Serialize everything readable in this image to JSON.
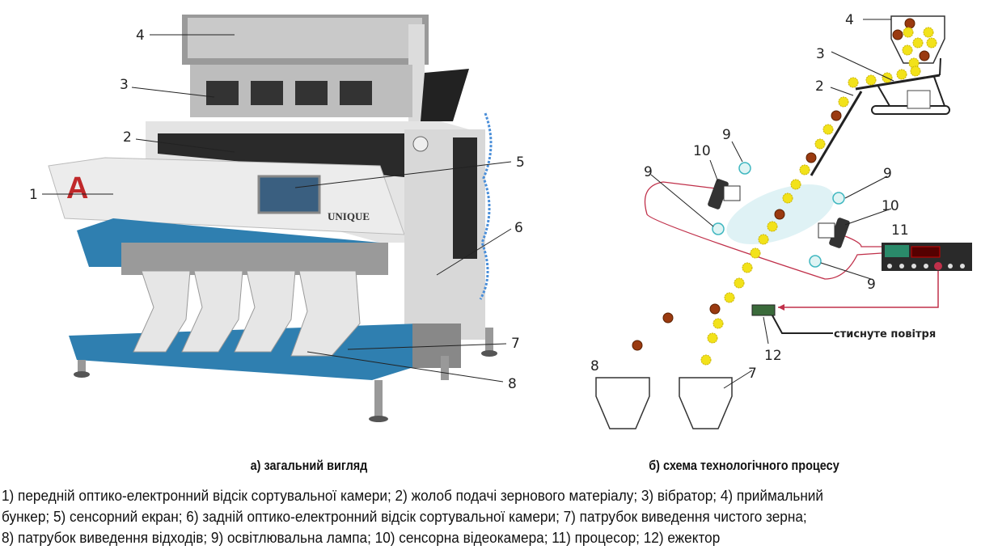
{
  "photo": {
    "labels": [
      "1",
      "2",
      "3",
      "4",
      "5",
      "6",
      "7",
      "8"
    ],
    "brand_text": "UNIQUE",
    "logo_text": "A"
  },
  "scheme": {
    "labels": {
      "hopper": "4",
      "vibrator": "3",
      "chute": "2",
      "lamp_a": "9",
      "lamp_b": "9",
      "lamp_c": "9",
      "lamp_d": "9",
      "camera_a": "10",
      "camera_b": "10",
      "processor": "11",
      "ejector": "12",
      "clean_outlet": "7",
      "waste_outlet": "8"
    },
    "air_label": "стиснуте повітря"
  },
  "captions": {
    "a": "а) загальний вигляд",
    "b": "б) схема технологічного процесу"
  },
  "legend": {
    "line1": "1) передній оптико-електронний відсік сортувальної камери; 2) жолоб подачі зернового матеріалу; 3) вібратор; 4) приймальний",
    "line2": "бункер; 5) сенсорний екран; 6) задній оптико-електронний відсік сортувальної камери; 7) патрубок виведення чистого зерна;",
    "line3": "8) патрубок виведення відходів; 9) освітлювальна лампа; 10) сенсорна відеокамера; 11) процесор; 12) ежектор"
  },
  "colors": {
    "frame_blue": "#2f7fb0",
    "grain_yellow": "#f2e21a",
    "grain_bad": "#9a3a10",
    "signal_red": "#c0304a",
    "lamp_cyan": "#3fb7c0"
  }
}
